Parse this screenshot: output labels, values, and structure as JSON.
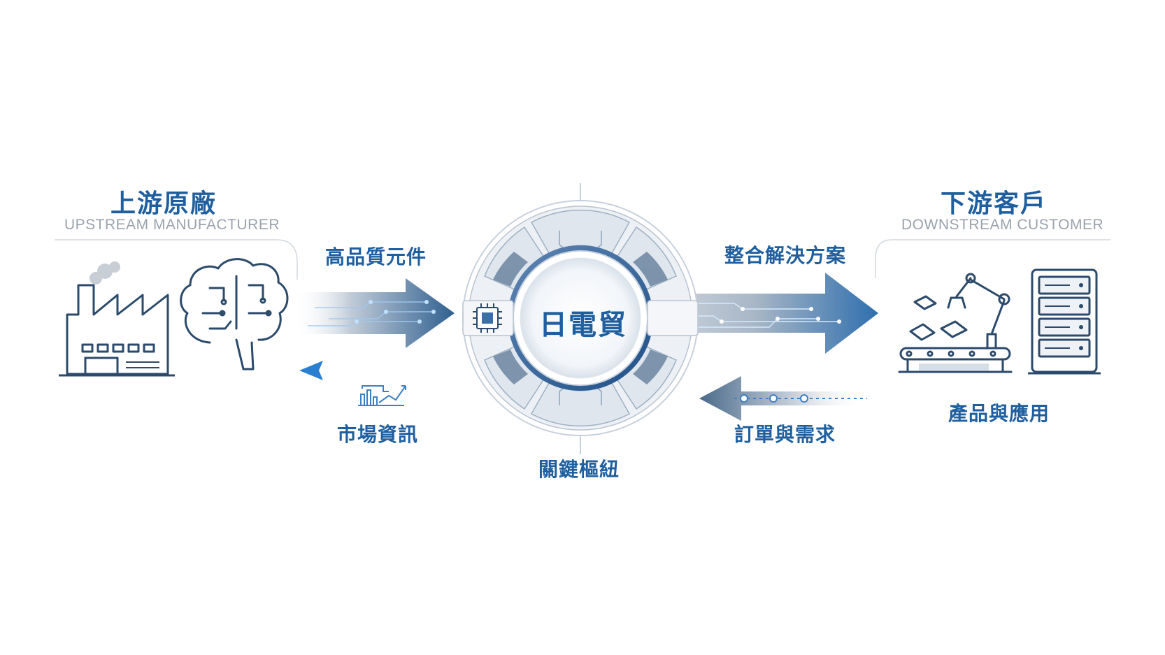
{
  "upstream": {
    "title_cn": "上游原廠",
    "title_en": "UPSTREAM MANUFACTURER"
  },
  "downstream": {
    "title_cn": "下游客戶",
    "title_en": "DOWNSTREAM CUSTOMER"
  },
  "hub": {
    "name": "日電貿",
    "caption": "關鍵樞紐"
  },
  "flows": {
    "upstream_to_hub": "高品質元件",
    "hub_to_upstream": "市場資訊",
    "hub_to_downstream": "整合解決方案",
    "downstream_to_hub": "訂單與需求",
    "downstream_products": "產品與應用"
  },
  "icons": {
    "upstream": [
      "factory-icon",
      "brain-circuit-icon"
    ],
    "hub": [
      "chip-icon"
    ],
    "downstream": [
      "robot-arm-assembly-icon",
      "server-rack-icon"
    ],
    "market_info": [
      "chart-icon"
    ]
  },
  "colors": {
    "primary": "#1f5f9f",
    "arrow_dark": "#2f5f8f",
    "accent": "#2a7fd0",
    "muted": "#9aa3ad"
  }
}
